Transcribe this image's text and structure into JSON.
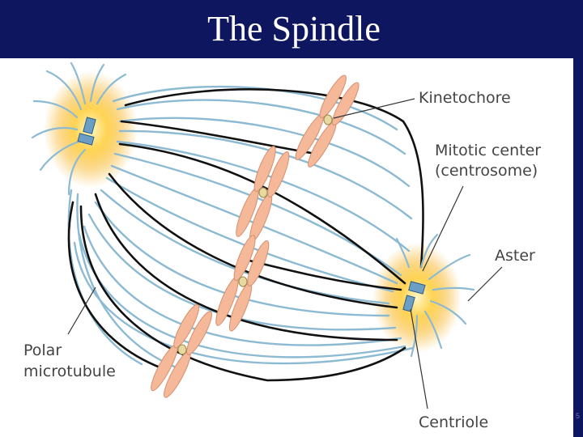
{
  "slide": {
    "title": "The Spindle",
    "number": "5"
  },
  "labels": {
    "kinetochore": "Kinetochore",
    "mitotic_center_1": "Mitotic center",
    "mitotic_center_2": "(centrosome)",
    "aster": "Aster",
    "polar_1": "Polar",
    "polar_2": "microtubule",
    "centriole": "Centriole"
  },
  "colors": {
    "background": "#0f1660",
    "microtubule_blue": "#8dbad3",
    "microtubule_black": "#111111",
    "chromosome": "#f5b898",
    "centrosome_glow": "#f7b21e",
    "centriole": "#6a9ec4"
  }
}
